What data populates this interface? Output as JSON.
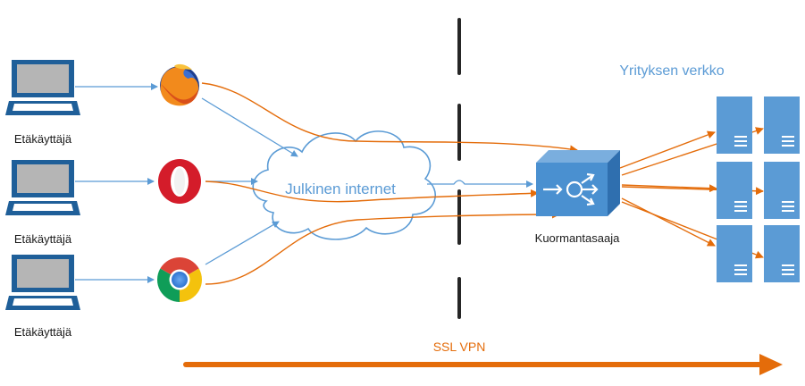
{
  "labels": {
    "user_1": "Etäkäyttäjä",
    "user_2": "Etäkäyttäjä",
    "user_3": "Etäkäyttäjä",
    "cloud": "Julkinen internet",
    "balancer": "Kuormantasaaja",
    "network": "Yrityksen verkko",
    "vpn": "SSL VPN"
  },
  "icons": {
    "laptops": [
      "laptop-icon",
      "laptop-icon",
      "laptop-icon"
    ],
    "browsers": [
      "firefox-icon",
      "opera-icon",
      "chrome-icon"
    ],
    "balancer": "load-balancer-icon",
    "servers": [
      "server-icon",
      "server-icon",
      "server-icon",
      "server-icon",
      "server-icon",
      "server-icon"
    ]
  },
  "colors": {
    "blue_lines": "#5b9bd5",
    "orange_lines": "#e46c0a",
    "vpn_arrow": "#e46c0a",
    "server_fill": "#5b9bd5",
    "balancer_fill": "#4a90d0",
    "cloud_stroke": "#5b9bd5",
    "cloud_text": "#5b9bd5",
    "network_label": "#5b9bd5",
    "vpn_label": "#e46c0a",
    "divider": "#262626"
  }
}
